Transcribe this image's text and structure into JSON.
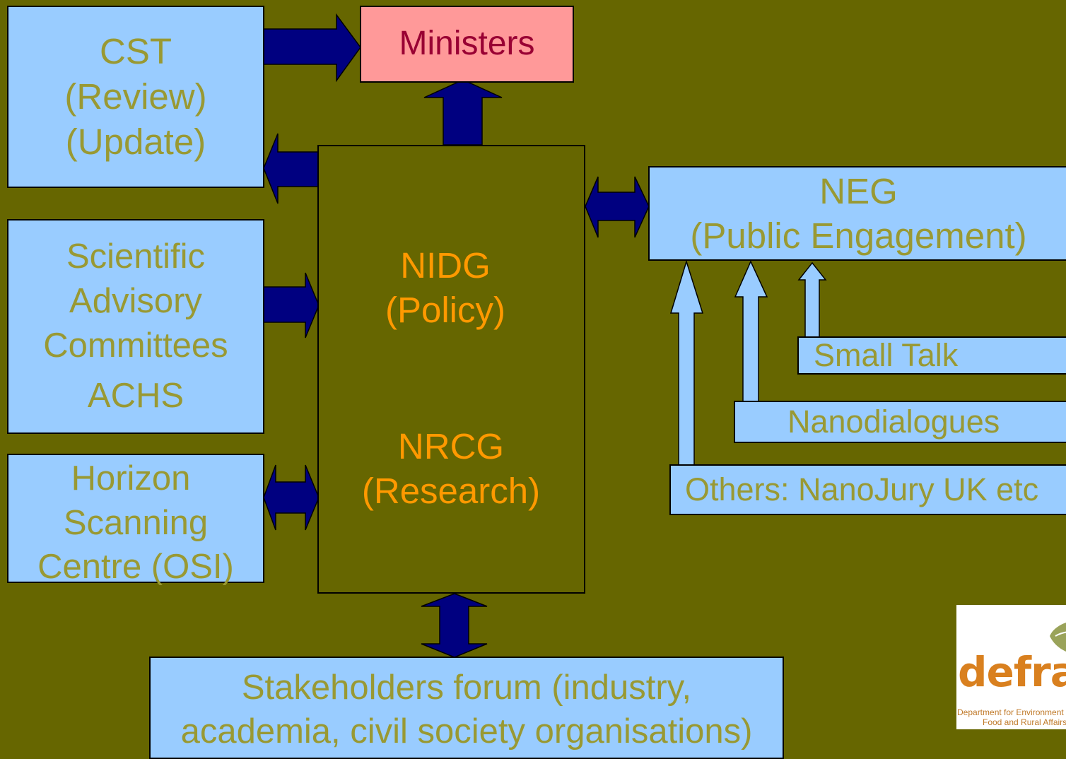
{
  "ministers": "Ministers",
  "cst": {
    "line1": "CST",
    "line2": "(Review)",
    "line3": "(Update)"
  },
  "sac": {
    "line1": "Scientific",
    "line2": "Advisory",
    "line3": "Committees",
    "line4": "ACHS"
  },
  "horizon": {
    "line1": "Horizon",
    "line2": "Scanning",
    "line3": "Centre (OSI)"
  },
  "nidg": {
    "name": "NIDG",
    "role": "(Policy)"
  },
  "nrcg": {
    "name": "NRCG",
    "role": "(Research)"
  },
  "neg": {
    "name": "NEG",
    "role": "(Public Engagement)"
  },
  "small_talk": "Small Talk",
  "nanodialogues": "Nanodialogues",
  "others": "Others: NanoJury UK etc",
  "stakeholders": {
    "line1": "Stakeholders forum (industry,",
    "line2": "academia, civil society organisations)"
  },
  "logo": {
    "brand": "defra",
    "sub1": "Department for Environment",
    "sub2": "Food and Rural Affairs"
  },
  "colors": {
    "background": "#666600",
    "box": "#99ccff",
    "ministers_box": "#ff9999",
    "ministers_text": "#990033",
    "box_text": "#999933",
    "center_text": "#ff9900",
    "arrow_dark": "#000080"
  }
}
